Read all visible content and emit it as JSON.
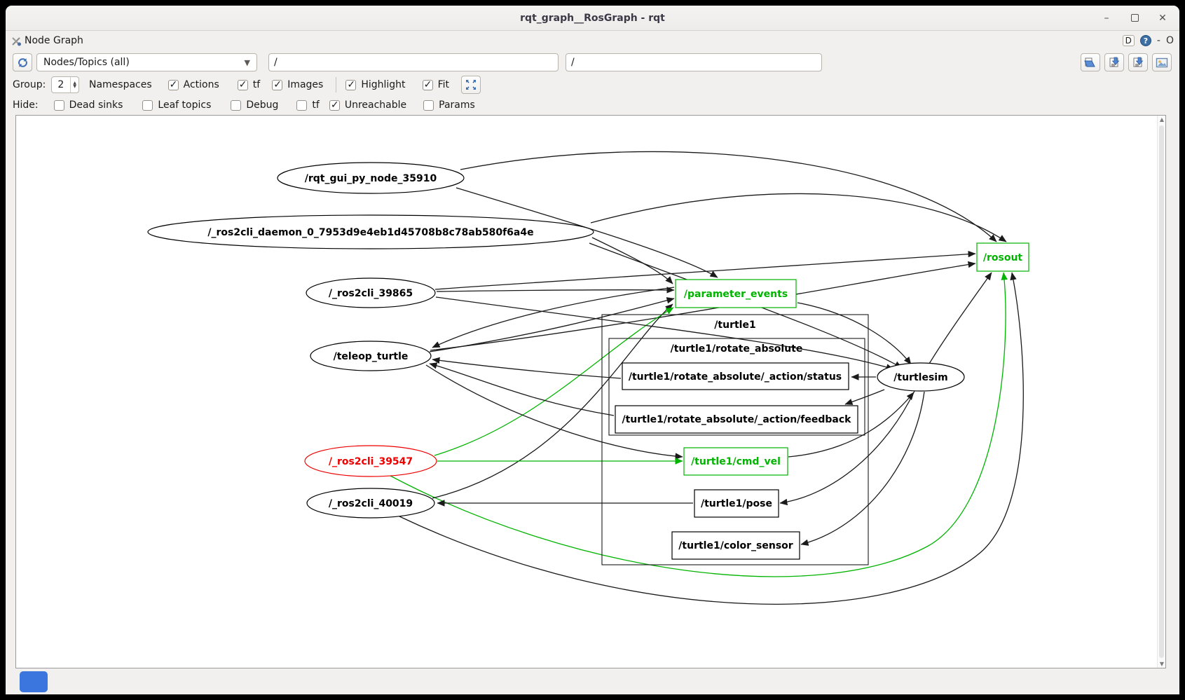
{
  "window": {
    "title": "rqt_graph__RosGraph - rqt",
    "controls": {
      "minimize": "–",
      "maximize": "",
      "close": "✕"
    }
  },
  "dock": {
    "title": "Node Graph",
    "buttons": {
      "settings": "D",
      "help": "?",
      "float": "-",
      "close": "O"
    }
  },
  "toolbar": {
    "refresh_icon": "refresh-icon",
    "combo_value": "Nodes/Topics (all)",
    "filter1": "/",
    "filter2": "/",
    "right_icons": [
      "open-dot-file-icon",
      "save-dot-file-icon",
      "save-svg-icon",
      "save-image-icon"
    ]
  },
  "options_row": {
    "group_label": "Group:",
    "group_value": "2",
    "namespaces_label": "Namespaces",
    "checkboxes": [
      {
        "label": "Actions",
        "checked": true
      },
      {
        "label": "tf",
        "checked": true
      },
      {
        "label": "Images",
        "checked": true
      }
    ],
    "view_checkboxes": [
      {
        "label": "Highlight",
        "checked": true
      },
      {
        "label": "Fit",
        "checked": true
      }
    ]
  },
  "hide_row": {
    "label": "Hide:",
    "checkboxes": [
      {
        "label": "Dead sinks",
        "checked": false
      },
      {
        "label": "Leaf topics",
        "checked": false
      },
      {
        "label": "Debug",
        "checked": false
      },
      {
        "label": "tf",
        "checked": false
      },
      {
        "label": "Unreachable",
        "checked": true
      },
      {
        "label": "Params",
        "checked": false
      }
    ]
  },
  "graph": {
    "colors": {
      "highlight_green": "#00b400",
      "selected_red": "#ee0000",
      "default": "#000000"
    },
    "nodes": [
      {
        "label": "/rqt_gui_py_node_35910",
        "type": "node-ellipse",
        "color": "black"
      },
      {
        "label": "/_ros2cli_daemon_0_7953d9e4eb1d45708b8c78ab580f6a4e",
        "type": "node-ellipse",
        "color": "black"
      },
      {
        "label": "/_ros2cli_39865",
        "type": "node-ellipse",
        "color": "black"
      },
      {
        "label": "/teleop_turtle",
        "type": "node-ellipse",
        "color": "black"
      },
      {
        "label": "/_ros2cli_39547",
        "type": "node-ellipse",
        "color": "red"
      },
      {
        "label": "/_ros2cli_40019",
        "type": "node-ellipse",
        "color": "black"
      },
      {
        "label": "/turtlesim",
        "type": "node-ellipse",
        "color": "black"
      },
      {
        "label": "/rosout",
        "type": "topic-box",
        "color": "green"
      },
      {
        "label": "/parameter_events",
        "type": "topic-box",
        "color": "green"
      },
      {
        "label": "/turtle1",
        "type": "namespace-cluster",
        "color": "black"
      },
      {
        "label": "/turtle1/rotate_absolute",
        "type": "action-cluster",
        "color": "black"
      },
      {
        "label": "/turtle1/rotate_absolute/_action/status",
        "type": "topic-box",
        "color": "black"
      },
      {
        "label": "/turtle1/rotate_absolute/_action/feedback",
        "type": "topic-box",
        "color": "black"
      },
      {
        "label": "/turtle1/cmd_vel",
        "type": "topic-box",
        "color": "green"
      },
      {
        "label": "/turtle1/pose",
        "type": "topic-box",
        "color": "black"
      },
      {
        "label": "/turtle1/color_sensor",
        "type": "topic-box",
        "color": "black"
      }
    ],
    "edges": [
      {
        "from": "/rqt_gui_py_node_35910",
        "to": "/rosout",
        "color": "black"
      },
      {
        "from": "/rqt_gui_py_node_35910",
        "to": "/parameter_events",
        "color": "black"
      },
      {
        "from": "/_ros2cli_daemon_0_7953d9e4eb1d45708b8c78ab580f6a4e",
        "to": "/rosout",
        "color": "black"
      },
      {
        "from": "/_ros2cli_daemon_0_7953d9e4eb1d45708b8c78ab580f6a4e",
        "to": "/parameter_events",
        "color": "black"
      },
      {
        "from": "/_ros2cli_daemon_0_7953d9e4eb1d45708b8c78ab580f6a4e",
        "to": "/turtlesim",
        "color": "black"
      },
      {
        "from": "/_ros2cli_39865",
        "to": "/rosout",
        "color": "black"
      },
      {
        "from": "/_ros2cli_39865",
        "to": "/parameter_events",
        "color": "black"
      },
      {
        "from": "/_ros2cli_39865",
        "to": "/turtlesim",
        "color": "black"
      },
      {
        "from": "/teleop_turtle",
        "to": "/rosout",
        "color": "black"
      },
      {
        "from": "/teleop_turtle",
        "to": "/parameter_events",
        "color": "black"
      },
      {
        "from": "/teleop_turtle",
        "to": "/turtle1/cmd_vel",
        "color": "black"
      },
      {
        "from": "/parameter_events",
        "to": "/teleop_turtle",
        "color": "black"
      },
      {
        "from": "/parameter_events",
        "to": "/turtlesim",
        "color": "black"
      },
      {
        "from": "/_ros2cli_39547",
        "to": "/turtle1/cmd_vel",
        "color": "green"
      },
      {
        "from": "/_ros2cli_39547",
        "to": "/parameter_events",
        "color": "green"
      },
      {
        "from": "/_ros2cli_39547",
        "to": "/rosout",
        "color": "green"
      },
      {
        "from": "/_ros2cli_40019",
        "to": "/parameter_events",
        "color": "black"
      },
      {
        "from": "/_ros2cli_40019",
        "to": "/rosout",
        "color": "black"
      },
      {
        "from": "/turtle1/pose",
        "to": "/_ros2cli_40019",
        "color": "black"
      },
      {
        "from": "/turtle1/cmd_vel",
        "to": "/turtlesim",
        "color": "black"
      },
      {
        "from": "/turtlesim",
        "to": "/rosout",
        "color": "black"
      },
      {
        "from": "/turtlesim",
        "to": "/turtle1/rotate_absolute/_action/status",
        "color": "black"
      },
      {
        "from": "/turtlesim",
        "to": "/turtle1/rotate_absolute/_action/feedback",
        "color": "black"
      },
      {
        "from": "/turtlesim",
        "to": "/turtle1/pose",
        "color": "black"
      },
      {
        "from": "/turtlesim",
        "to": "/turtle1/color_sensor",
        "color": "black"
      },
      {
        "from": "/turtle1/rotate_absolute/_action/status",
        "to": "/teleop_turtle",
        "color": "black"
      },
      {
        "from": "/turtle1/rotate_absolute/_action/feedback",
        "to": "/teleop_turtle",
        "color": "black"
      }
    ]
  }
}
